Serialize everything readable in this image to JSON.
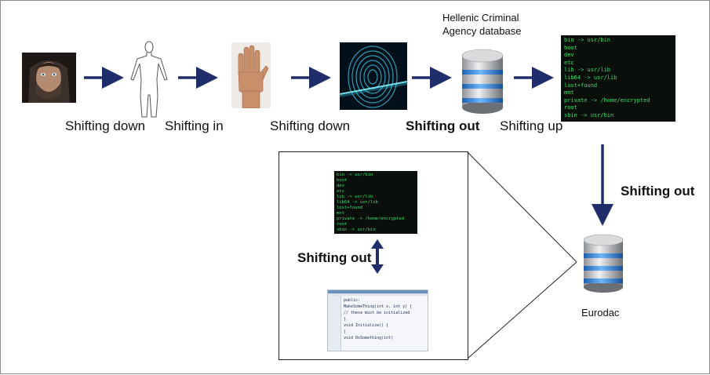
{
  "labels": {
    "face": "Shifting down",
    "body": "Shifting in",
    "hand": "Shifting down",
    "database_step": "Shifting out",
    "code_step": "Shifting up",
    "to_eurodac": "Shifting out",
    "inset_exchange": "Shifting out"
  },
  "databases": {
    "hellenic": "Hellenic Criminal Agency database",
    "eurodac": "Eurodac"
  },
  "terminal_lines": [
    "bin -> usr/bin",
    "boot",
    "dev",
    "etc",
    "lib -> usr/lib",
    "lib64 -> usr/lib",
    "lost+found",
    "mnt",
    "private -> /home/encrypted",
    "root",
    "sbin -> usr/bin"
  ],
  "code_lines": [
    "public:",
    "  MakeSomeThing(int x, int y) {",
    "    // these must be initialized",
    "  }",
    "  void Initialize() {",
    "  }",
    "void DoSomething(int)"
  ],
  "colors": {
    "arrow": "#1f2d6b",
    "terminal_bg": "#0b0f0b",
    "terminal_text": "#35e06a",
    "db_band": "#2f86e0"
  }
}
